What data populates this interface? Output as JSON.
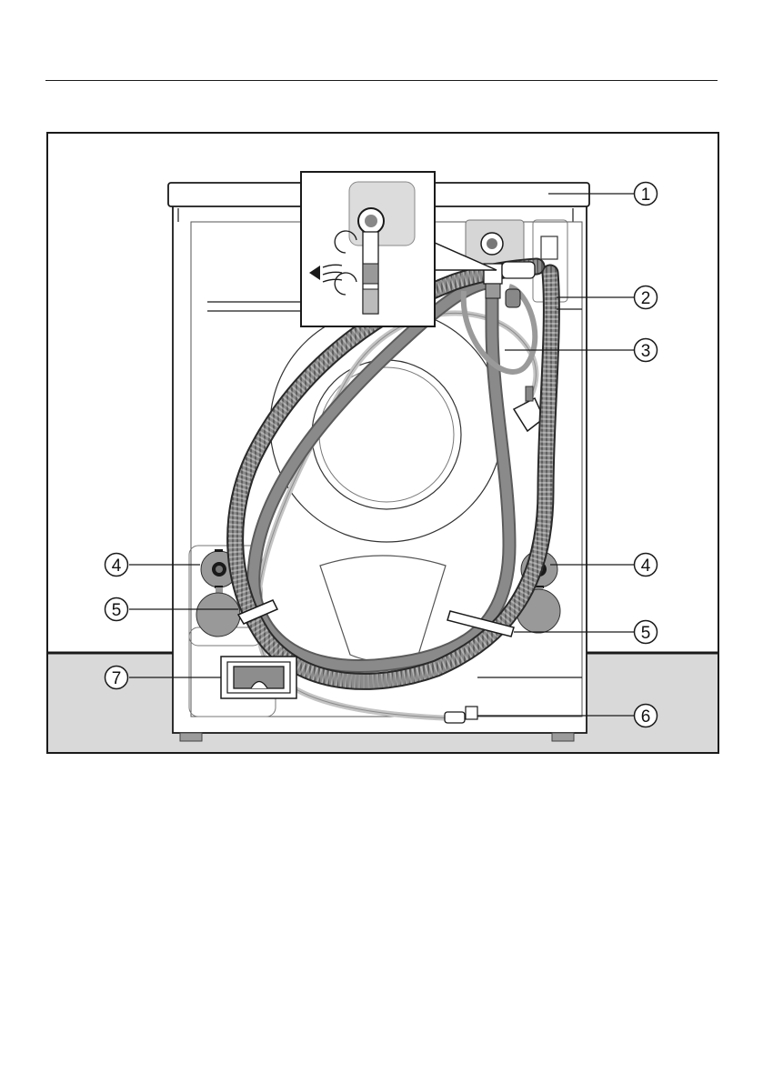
{
  "callouts": [
    {
      "id": "1",
      "label": "1"
    },
    {
      "id": "2",
      "label": "2"
    },
    {
      "id": "3",
      "label": "3"
    },
    {
      "id": "4a",
      "label": "4"
    },
    {
      "id": "4b",
      "label": "4"
    },
    {
      "id": "5a",
      "label": "5"
    },
    {
      "id": "5b",
      "label": "5"
    },
    {
      "id": "6",
      "label": "6"
    },
    {
      "id": "7",
      "label": "7"
    }
  ],
  "colors": {
    "frame": "#1a1a1a",
    "floor": "#d9d9d9",
    "machine_panel": "#ffffff",
    "drain_hose": "#8a8a8a",
    "inlet_hose": "#b5b5b5",
    "cable": "#c4c4c4",
    "foot": "#9b9b9b",
    "inset_bg": "#e3e3e3"
  },
  "icons": [
    "rotate-arrow-icon",
    "callout-circle-icon"
  ]
}
